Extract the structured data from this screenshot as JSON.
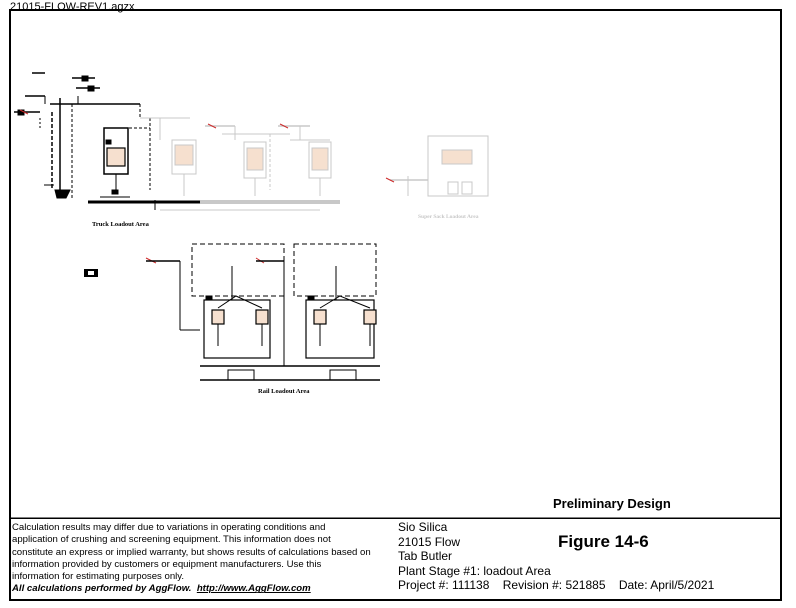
{
  "file": {
    "name": "21015-FLOW-REV1.agzx"
  },
  "areas": {
    "truck_loadout": "Truck Loadout Area",
    "super_sack": "Super Sack Loadout Area",
    "rail_loadout": "Rail Loadout Area"
  },
  "watermark": "Preliminary Design",
  "title_block": {
    "disclaimer": [
      "Calculation results may differ due to variations in operating conditions and",
      "application of crushing and screening equipment.  This information does not",
      "constitute an express or implied warranty, but shows results of calculations based on",
      "information provided by customers or equipment manufacturers.  Use this",
      "information for estimating purposes only."
    ],
    "credit": "All calculations performed by AggFlow.",
    "credit_url": "http://www.AggFlow.com",
    "company": "Sio Silica",
    "flow_name": "21015 Flow",
    "designer": "Tab Butler",
    "stage": "Plant Stage #1: loadout Area",
    "project": "Project #:  111138",
    "revision": "Revision #:  521885",
    "date": "Date: April/5/2021",
    "figure": "Figure 14-6"
  },
  "colors": {
    "faded": "#c8c8c8",
    "tank_fill": "#f6e0cf",
    "accent": "#cc2a2a"
  }
}
